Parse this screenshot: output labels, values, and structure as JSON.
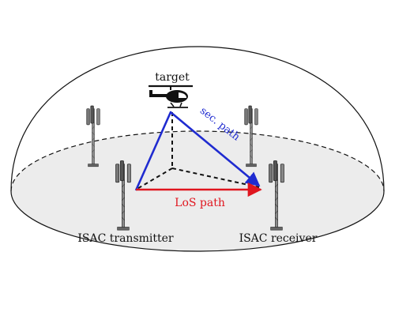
{
  "labels": {
    "target": "target",
    "sec_path": "sec. path",
    "los_path": "LoS path",
    "tx": "ISAC transmitter",
    "rx": "ISAC receiver"
  },
  "colors": {
    "los": "#e0161f",
    "sec": "#1f2bd0",
    "ground": "#ececec",
    "stroke": "#111111"
  }
}
